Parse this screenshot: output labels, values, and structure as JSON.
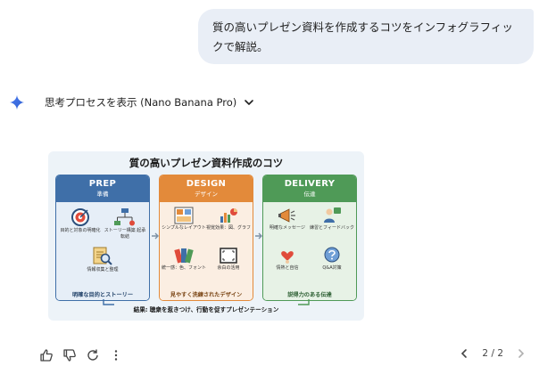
{
  "user_message": "質の高いプレゼン資料を作成するコツをインフォグラフィックで解説。",
  "reply": {
    "thinking_label": "思考プロセスを表示 (Nano Banana Pro)"
  },
  "infographic": {
    "title": "質の高いプレゼン資料作成のコツ",
    "panels": [
      {
        "heading": "PREP",
        "subheading": "準備",
        "items": [
          "目的と対象の明確化",
          "ストーリー構築 起承転結",
          "情報収集と整理"
        ],
        "footer": "明確な目的とストーリー",
        "color": "#3f6fa8"
      },
      {
        "heading": "DESIGN",
        "subheading": "デザイン",
        "items": [
          "シンプルなレイアウト",
          "視覚効果：図、グラフ",
          "統一感：色、フォント",
          "余白の活用"
        ],
        "footer": "見やすく洗練されたデザイン",
        "color": "#e38a3a"
      },
      {
        "heading": "DELIVERY",
        "subheading": "伝達",
        "items": [
          "明確なメッセージ",
          "練習とフィードバック",
          "情熱と自信",
          "Q&A対策"
        ],
        "footer": "説得力のある伝達",
        "color": "#4f9a57"
      }
    ],
    "result": "結果: 聴衆を惹きつけ、行動を促すプレゼンテーション"
  },
  "actions": {
    "icons": [
      "thumbs-up-icon",
      "thumbs-down-icon",
      "regenerate-icon",
      "more-icon"
    ]
  },
  "pager": {
    "label": "2 / 2"
  }
}
